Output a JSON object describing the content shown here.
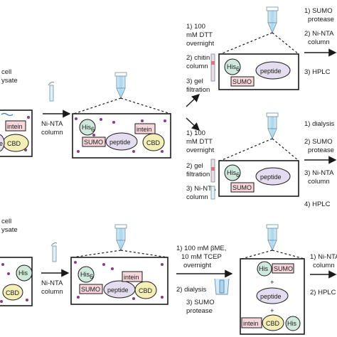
{
  "colors": {
    "his": "#cfe9dc",
    "sumo": "#f7d7db",
    "intein": "#f7d7db",
    "cbd": "#f3efb6",
    "peptide": "#e4ddf0",
    "dot": "#8e3a86",
    "tube": "#a9d6ee"
  },
  "labels": {
    "his": "His",
    "his_sub": "6",
    "sumo": "SUMO",
    "intein": "intein",
    "cbd": "CBD",
    "peptide": "peptide",
    "plus": "+"
  },
  "top": {
    "lysate_line1": "cell",
    "lysate_line2": "ysate",
    "ni_nta_1": "Ni-NTA",
    "ni_nta_2": "column"
  },
  "branch_a": {
    "step1_l1": "1) 100",
    "step1_l2": "mM DTT",
    "step1_l3": "overnight",
    "step2_l1": "2) chitin",
    "step2_l2": "column",
    "step3_l1": "3) gel",
    "step3_l2": "filtration",
    "next1_l1": "1) SUMO",
    "next1_l2": "protease",
    "next2_l1": "2) Ni-NTA",
    "next2_l2": "column",
    "next3": "3) HPLC"
  },
  "branch_b": {
    "step1_l1": "1) 100",
    "step1_l2": "mM DTT",
    "step1_l3": "overnight",
    "step2_l1": "2) gel",
    "step2_l2": "filtration",
    "step3_l1": "3) Ni-NTA",
    "step3_l2": "column",
    "next1": "1) dialysis",
    "next2_l1": "2) SUMO",
    "next2_l2": "protease",
    "next3_l1": "3) Ni-NTA",
    "next3_l2": "column",
    "next4": "4) HPLC"
  },
  "bottom": {
    "lysate_line1": "cell",
    "lysate_line2": "ysate",
    "ni_nta_1": "Ni-NTA",
    "ni_nta_2": "column",
    "step1_l1": "1) 100 mM βME,",
    "step1_l2": "10 mM TCEP",
    "step1_l3": "overnight",
    "step2": "2) dialysis",
    "step3_l1": "3) SUMO",
    "step3_l2": "protease",
    "next1": "1) Ni-NTA",
    "next1_l2": "column",
    "next2": "2) HPLC"
  }
}
